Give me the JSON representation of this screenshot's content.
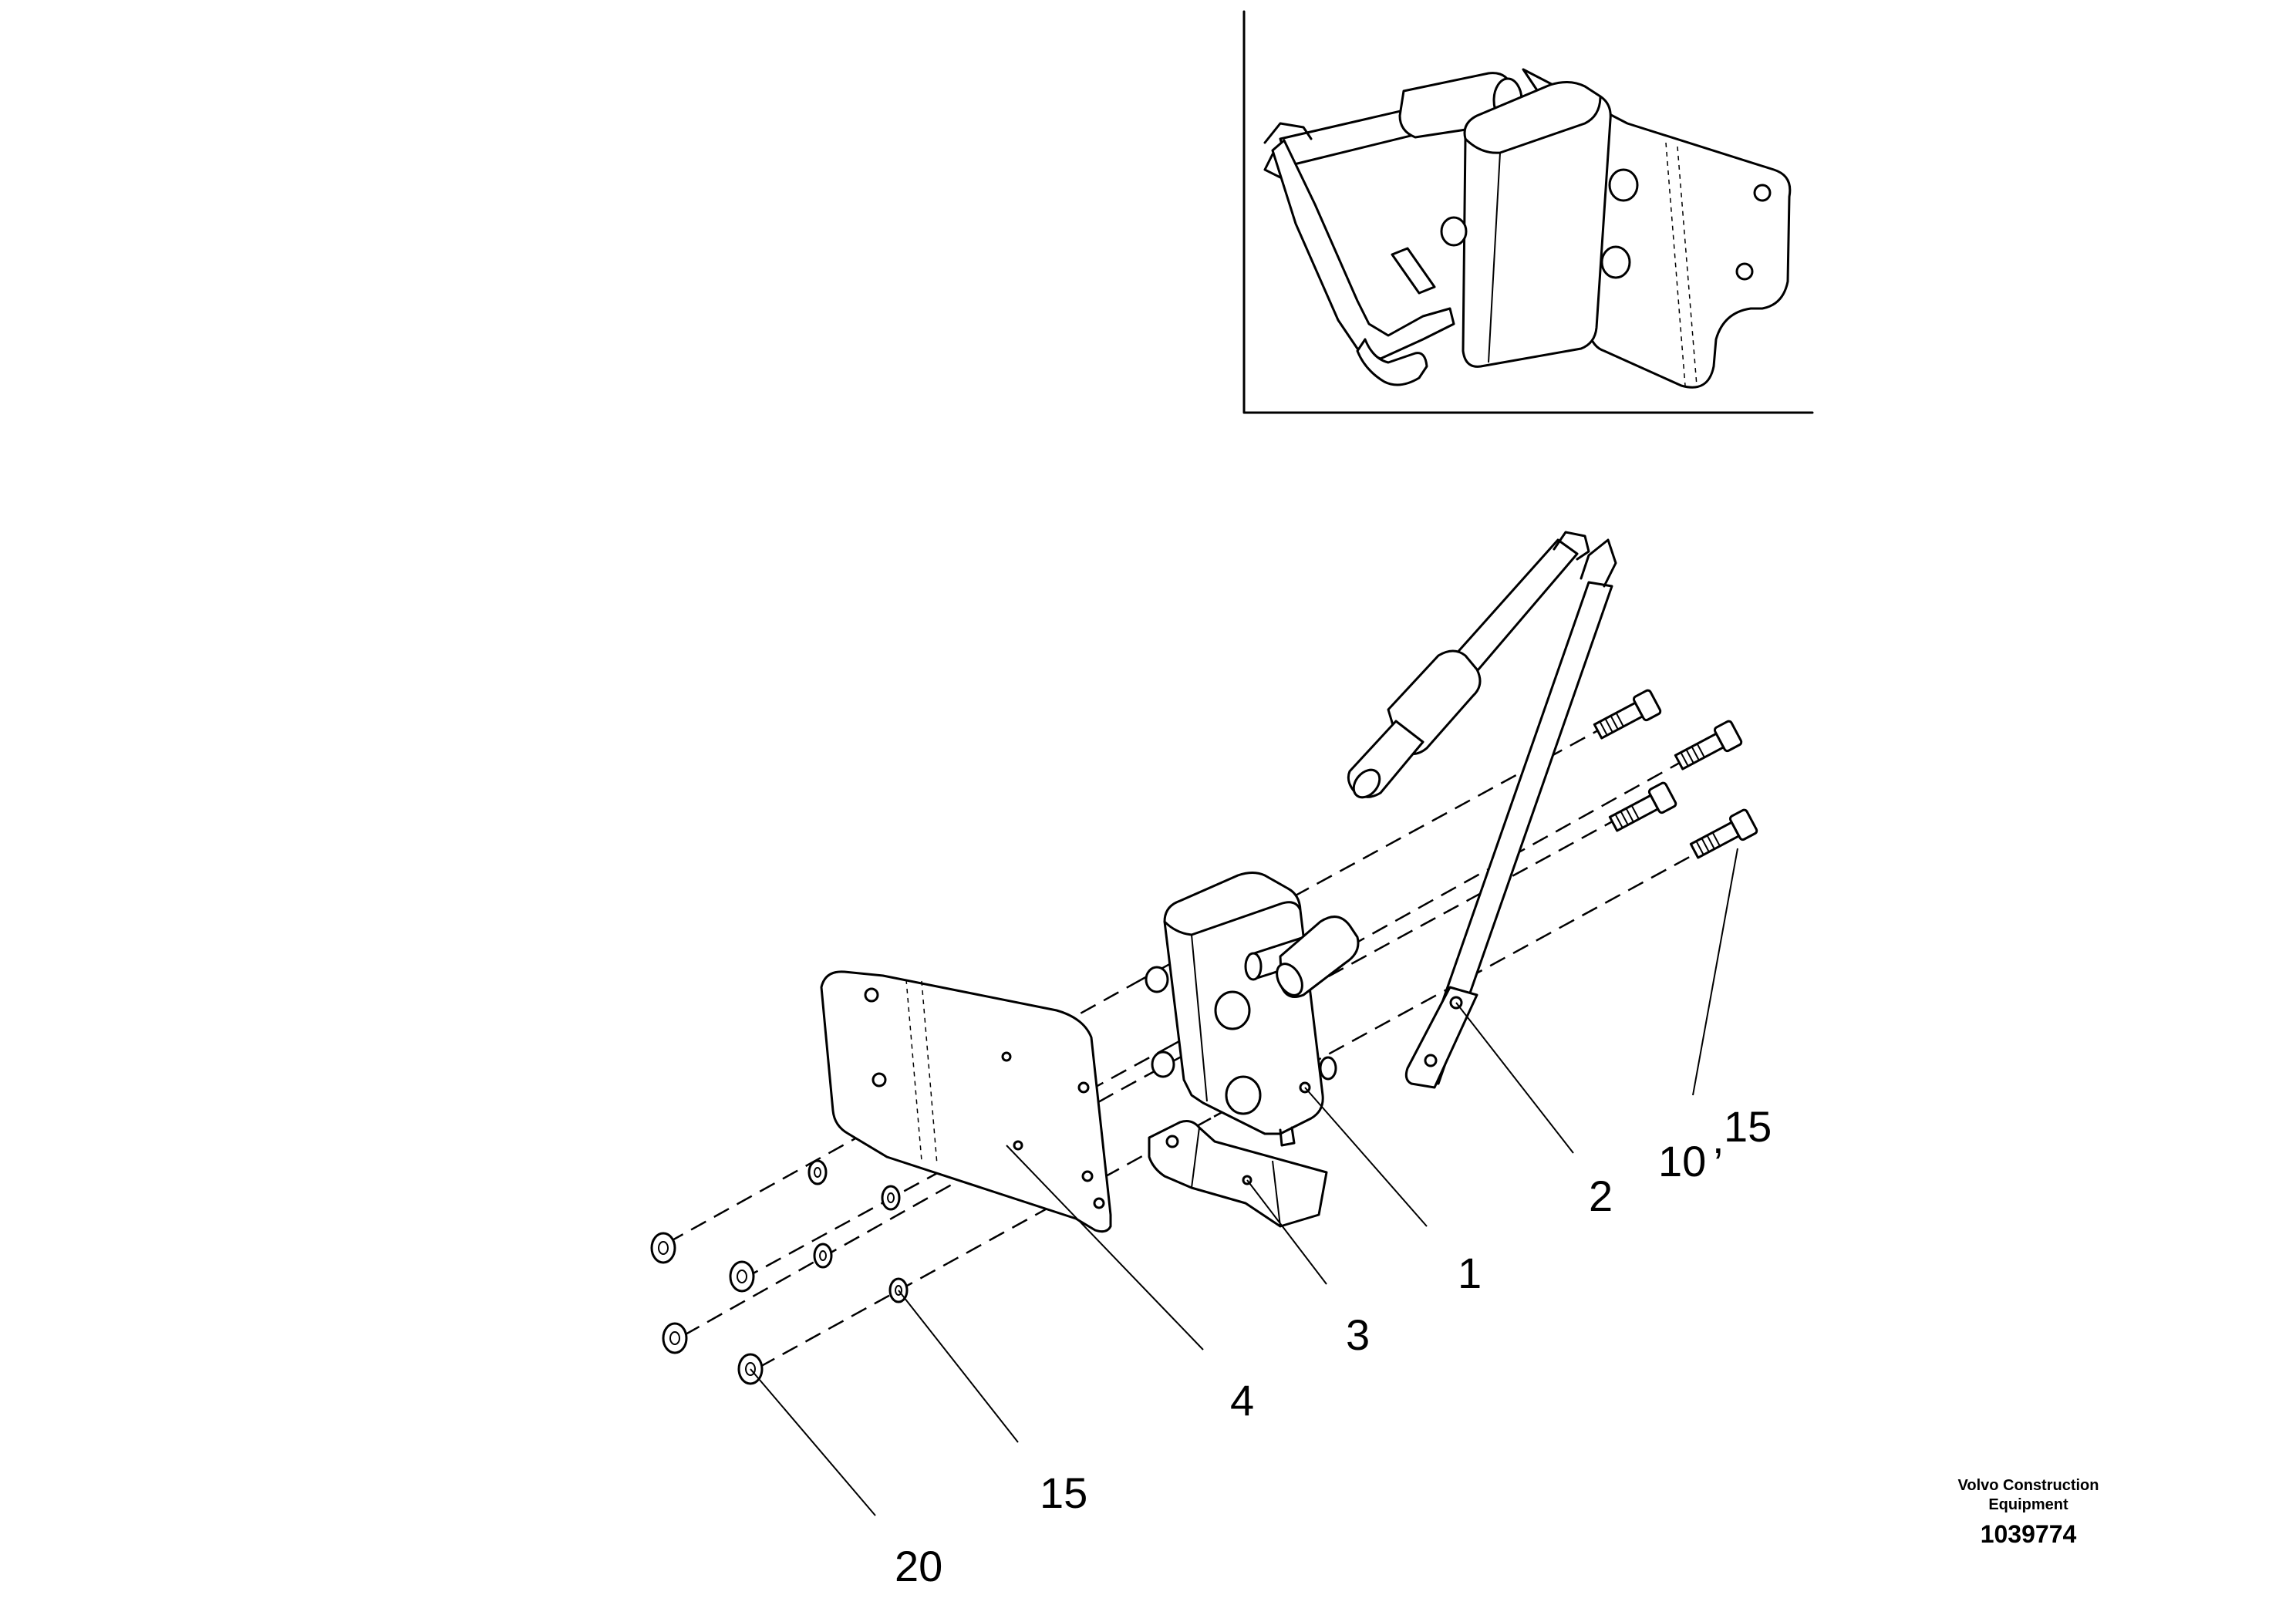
{
  "callouts": {
    "c1": "1",
    "c2": "2",
    "c3": "3",
    "c4": "4",
    "c10": "10",
    "c10_sep": ",",
    "c10_15": "15",
    "c15": "15",
    "c20": "20"
  },
  "footer": {
    "brand_line1": "Volvo Construction",
    "brand_line2": "Equipment",
    "doc_number": "1039774"
  }
}
